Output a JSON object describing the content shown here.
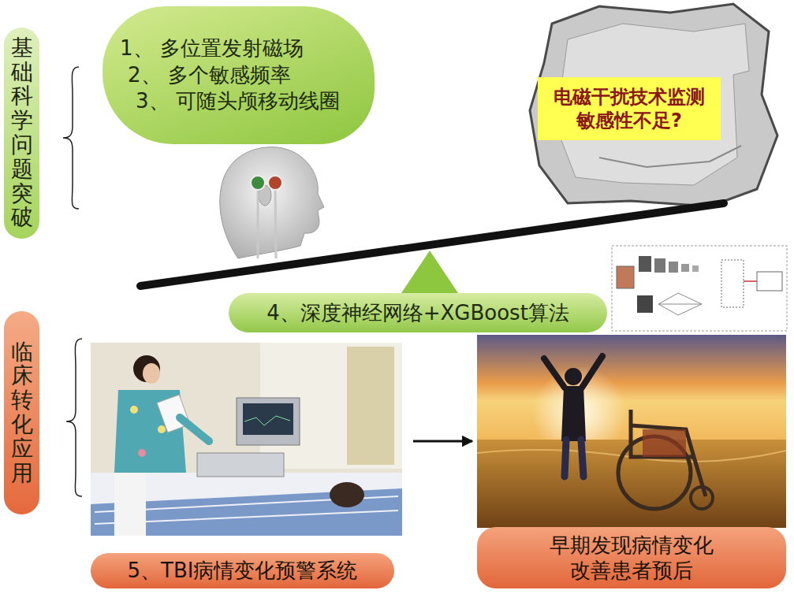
{
  "diagram": {
    "nodes": [
      {
        "text": [
          "基础科学问题突破"
        ]
      },
      {
        "text": [
          "1、 多位置发射磁场",
          "2、 多个敏感频率",
          "3、 可随头颅移动线圈"
        ]
      },
      {
        "text": [
          "电磁干扰技术监测 敏感性不足?"
        ]
      },
      {
        "text": [
          "4、深度神经网络+XGBoost算法"
        ]
      },
      {
        "text": [
          "临床转化应用"
        ]
      },
      {
        "text": [
          "5、TBI病情变化预警系统"
        ]
      },
      {
        "text": [
          "早期发现病情变化 改善患者预后"
        ]
      }
    ],
    "edges": [
      {
        "from": 5,
        "to": 6,
        "arrow": "to"
      }
    ]
  }
}
